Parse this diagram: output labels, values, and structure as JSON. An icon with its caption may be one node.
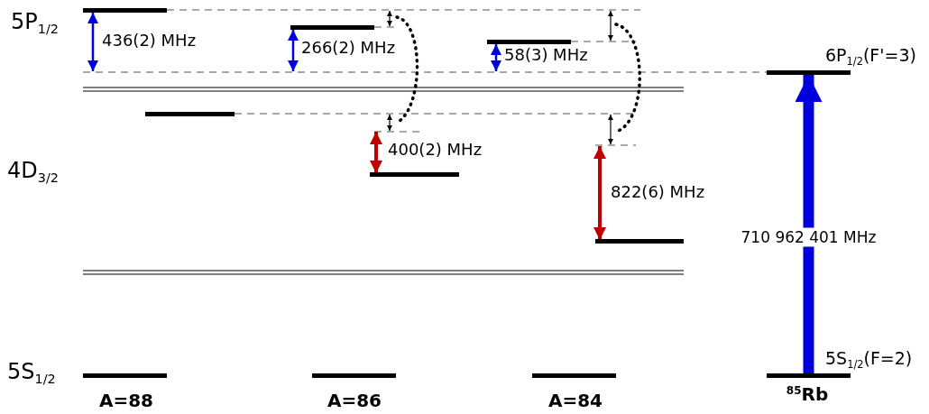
{
  "diagram": {
    "nodes": [
      {
        "text": [],
        "shape": "bar"
      },
      {
        "text": [],
        "shape": "bar"
      },
      {
        "text": [],
        "shape": "bar"
      },
      {
        "text": [
          "6P$_{1/2}$(F'=3)"
        ]
      },
      {
        "text": [],
        "shape": "bar"
      },
      {
        "text": [],
        "shape": "bar"
      },
      {
        "text": [],
        "shape": "bar"
      },
      {
        "text": [],
        "shape": "bar"
      },
      {
        "text": [],
        "shape": "bar"
      },
      {
        "text": [],
        "shape": "bar"
      },
      {
        "text": [
          "5S$_{1/2}$(F=2)"
        ]
      }
    ],
    "edges": [
      {
        "from": 10,
        "to": 3,
        "arrow": "to",
        "label": "710 962 401 MHz"
      }
    ],
    "labels": [
      "5P$_{1/2}$",
      "436(2) MHz",
      "266(2) MHz",
      "58(3) MHz",
      "4D$_{3/2}$",
      "400(2) MHz",
      "822(6) MHz",
      "5S$_{1/2}$",
      "A=88",
      "A=86",
      "A=84",
      "$^{85}$Rb"
    ]
  }
}
